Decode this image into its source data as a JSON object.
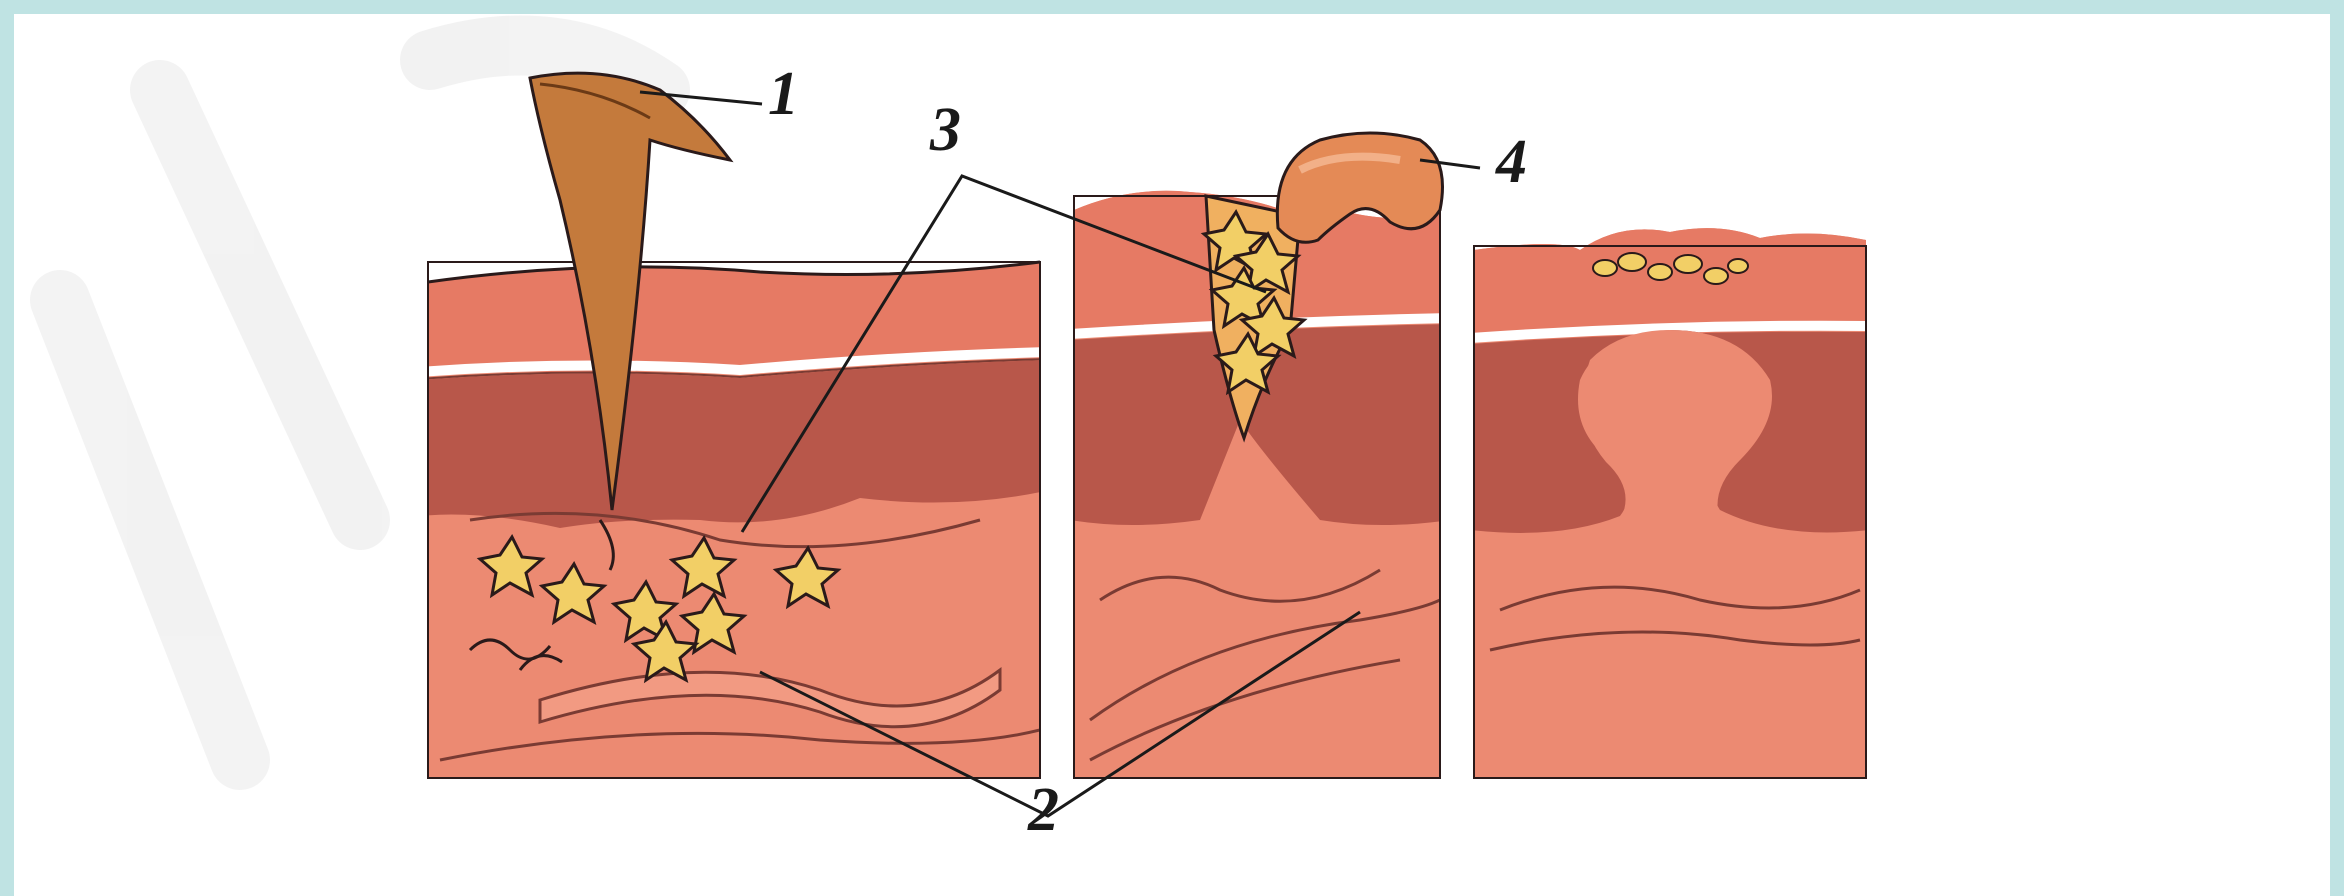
{
  "figure": {
    "labels": {
      "one": "1",
      "two": "2",
      "three": "3",
      "four": "4"
    },
    "colors": {
      "frame": "#bfe3e3",
      "epidermis": "#e67a64",
      "dermis": "#b8574a",
      "subcutis": "#ec8a72",
      "stinger": "#c47a3c",
      "cells": "#f2cf66",
      "line": "#222222"
    }
  }
}
